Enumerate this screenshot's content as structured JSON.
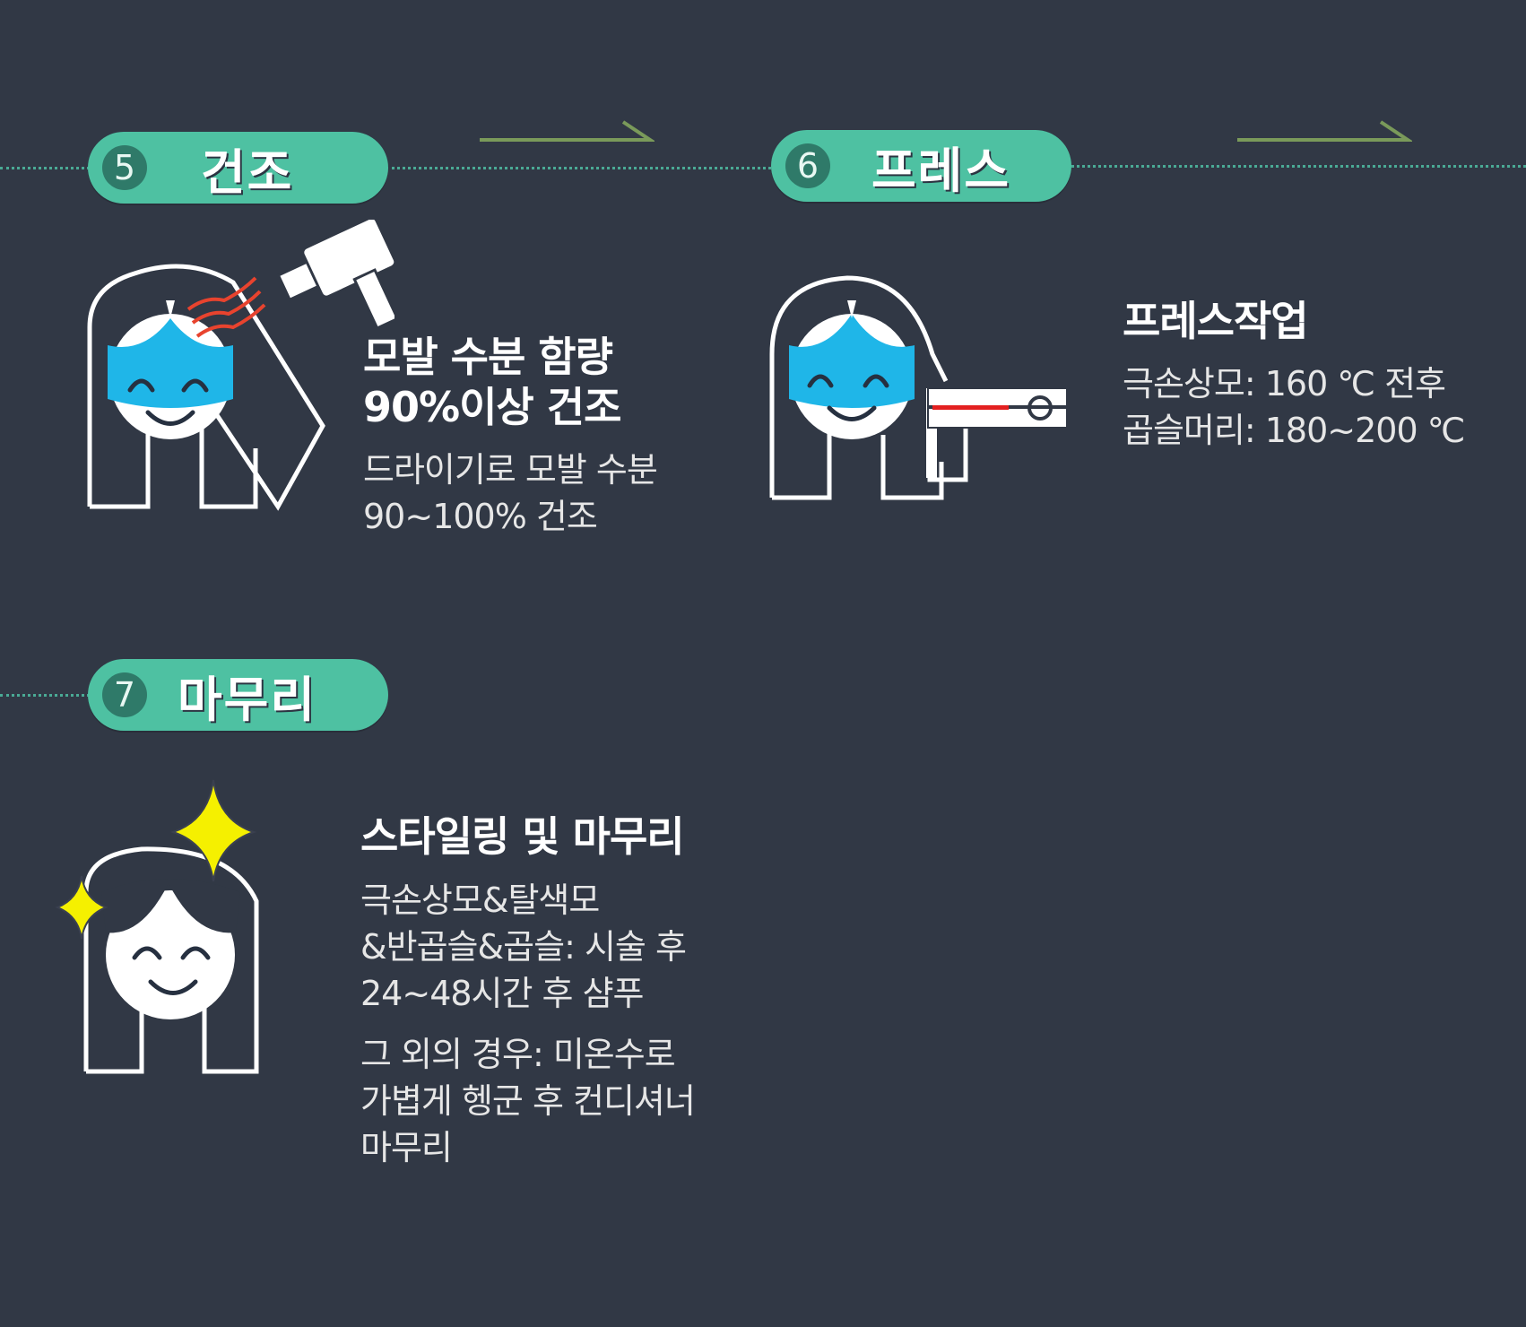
{
  "steps": [
    {
      "number": "5",
      "title": "건조",
      "heading": [
        "모발 수분 함량",
        "90%이상 건조"
      ],
      "body": [
        "드라이기로 모발 수분",
        "90~100% 건조"
      ]
    },
    {
      "number": "6",
      "title": "프레스",
      "heading": [
        "프레스작업"
      ],
      "body": [
        "극손상모: 160 ℃ 전후",
        "곱슬머리: 180~200 ℃"
      ]
    },
    {
      "number": "7",
      "title": "마무리",
      "heading": [
        "스타일링 및 마무리"
      ],
      "body": [
        "극손상모&탈색모",
        "&반곱슬&곱슬: 시술 후",
        "24~48시간 후 샴푸"
      ],
      "body2": [
        "그 외의 경우: 미온수로",
        "가볍게 헹군 후 컨디셔너",
        "마무리"
      ]
    }
  ],
  "colors": {
    "background": "#313845",
    "accent": "#4ec1a2",
    "face_blue": "#1fb6e8",
    "heat": "#e8432e",
    "sparkle": "#f5f000",
    "arrow": "#7a9a5a"
  },
  "icons": [
    "hair-dryer-icon",
    "flat-iron-icon",
    "sparkle-icon",
    "woman-face-icon"
  ]
}
